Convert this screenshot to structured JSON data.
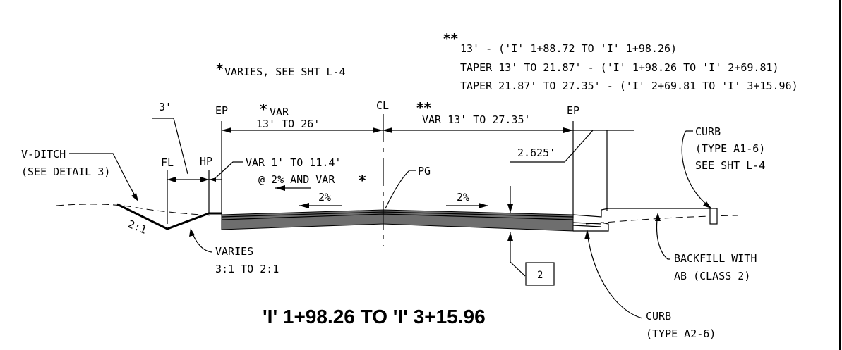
{
  "labels": {
    "note_single_star": "VARIES, SEE SHT L-4",
    "note_double_1": "13' - ('I' 1+88.72 TO 'I' 1+98.26)",
    "note_double_2": "TAPER 13' TO 21.87' - ('I' 1+98.26 TO 'I' 2+69.81)",
    "note_double_3": "TAPER 21.87' TO 27.35' - ('I' 2+69.81 TO 'I' 3+15.96)",
    "dim_3": "3'",
    "ep_left": "EP",
    "var_left_1": "VAR",
    "var_left_2": "13' TO 26'",
    "cl": "CL",
    "var_right": "VAR 13' TO 27.35'",
    "ep_right": "EP",
    "dim_2625": "2.625'",
    "curb_a1_1": "CURB",
    "curb_a1_2": "(TYPE A1-6)",
    "curb_a1_3": "SEE SHT L-4",
    "vditch_1": "V-DITCH",
    "vditch_2": "(SEE DETAIL 3)",
    "fl": "FL",
    "hp": "HP",
    "var_shoulder_1": "VAR 1' TO 11.4'",
    "var_shoulder_2": "@ 2% AND VAR",
    "pg": "PG",
    "slope_left": "2%",
    "slope_right": "2%",
    "slope_21": "2:1",
    "varies_1": "VARIES",
    "varies_2": "3:1 TO 2:1",
    "section_box": "2",
    "backfill_1": "BACKFILL WITH",
    "backfill_2": "AB (CLASS 2)",
    "curb_a2_1": "CURB",
    "curb_a2_2": "(TYPE A2-6)",
    "title": "'I' 1+98.26 TO 'I' 3+15.96"
  },
  "symbols": {
    "single_star": "*",
    "double_star": "**"
  },
  "colors": {
    "pavement": "#6e6e6e",
    "line": "#000000"
  }
}
